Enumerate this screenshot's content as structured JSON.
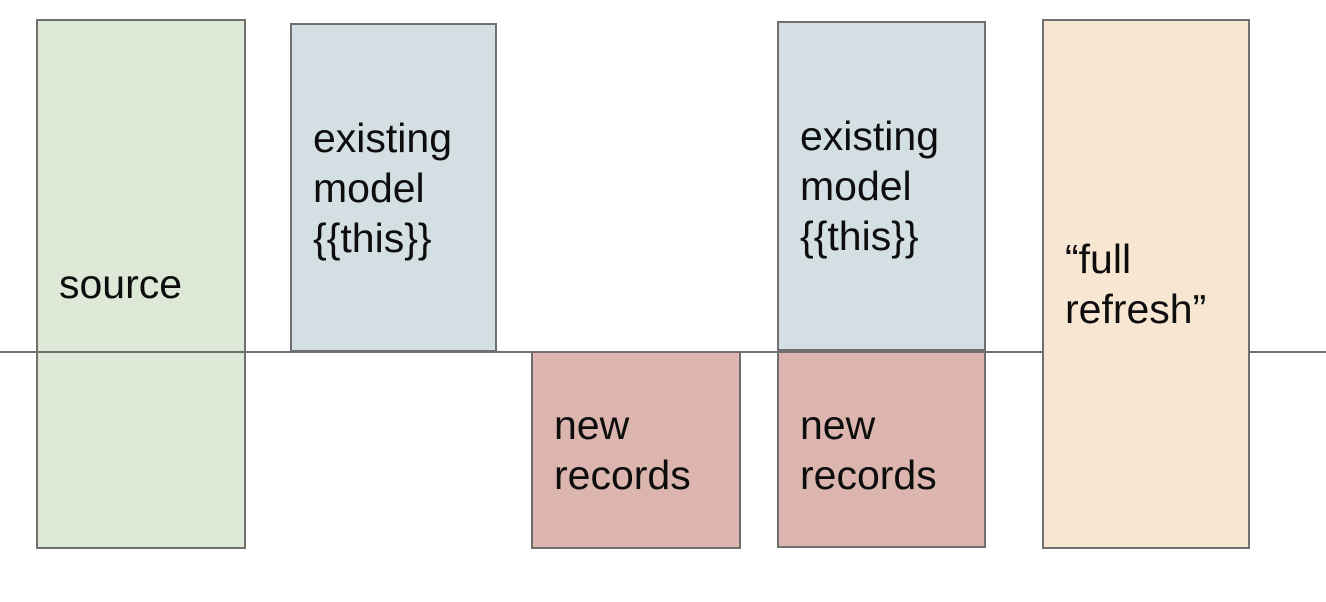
{
  "diagram": {
    "background_color": "#ffffff",
    "line": {
      "name": "materialization-cutoff-line",
      "color": "#6f6f6f"
    },
    "boxes": [
      {
        "id": "source",
        "label": "source",
        "fill": "#dde9d6",
        "border": "#6f6f6f"
      },
      {
        "id": "existing-model-1",
        "label": "existing\nmodel\n{{this}}",
        "fill": "#d3dfe3",
        "border": "#6f6f6f"
      },
      {
        "id": "new-records-1",
        "label": "new\nrecords",
        "fill": "#dcb6ae",
        "border": "#6f6f6f"
      },
      {
        "id": "existing-model-2",
        "label": "existing\nmodel\n{{this}}",
        "fill": "#d3dfe3",
        "border": "#6f6f6f"
      },
      {
        "id": "new-records-2",
        "label": "new\nrecords",
        "fill": "#dcb6ae",
        "border": "#6f6f6f"
      },
      {
        "id": "full-refresh",
        "label": "“full\nrefresh”",
        "fill": "#f7e6d2",
        "border": "#6f6f6f"
      }
    ]
  }
}
